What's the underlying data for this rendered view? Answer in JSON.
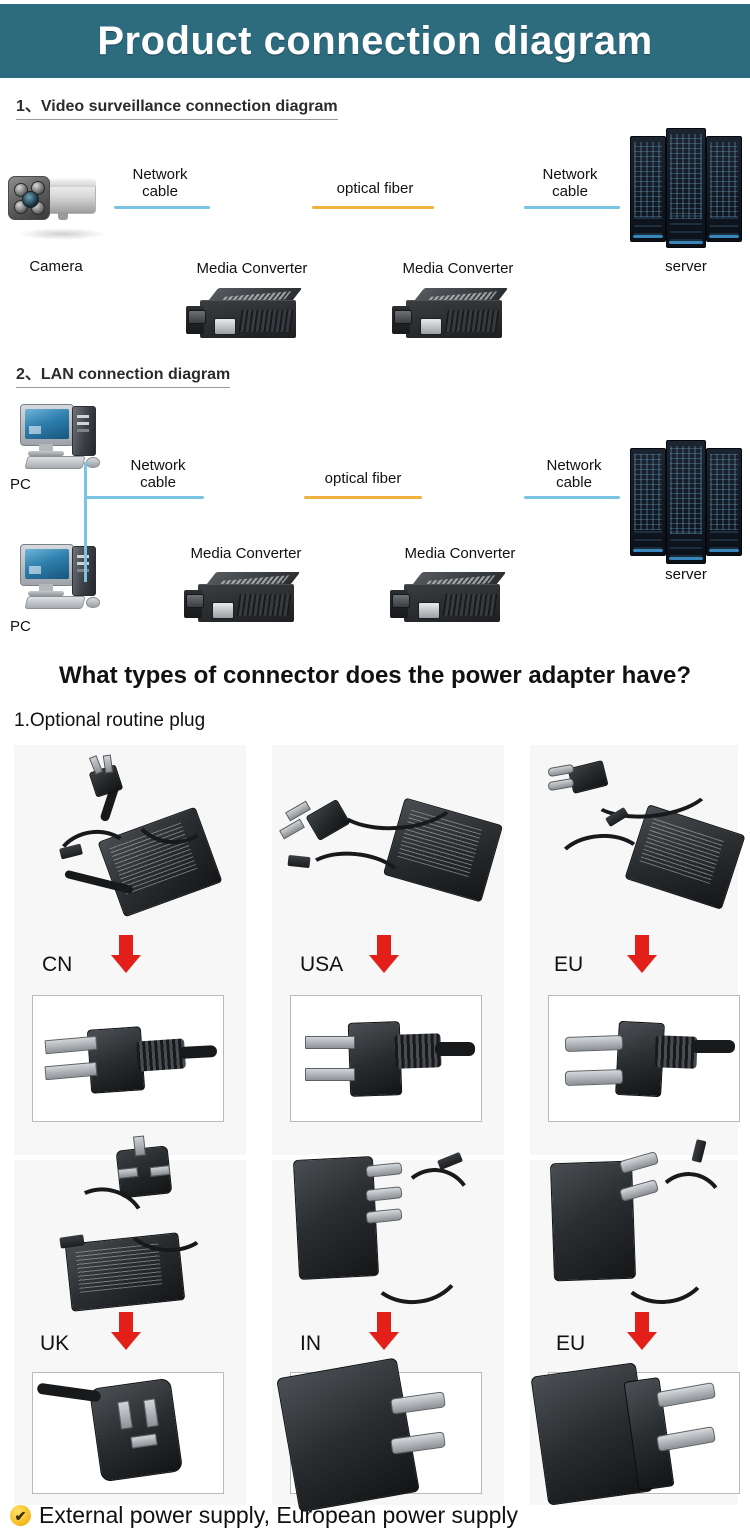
{
  "header": {
    "title": "Product connection diagram",
    "bg_color": "#2d6b7f",
    "text_color": "#ffffff"
  },
  "sections": [
    {
      "number": "1、",
      "title": "Video surveillance connection diagram"
    },
    {
      "number": "2、",
      "title": "LAN connection diagram"
    }
  ],
  "colors": {
    "network_cable_line": "#79c3e3",
    "optical_fiber_line": "#efb23f",
    "arrow_red": "#e31f19",
    "check_badge": "#f4b91e",
    "panel_gray": "#f7f7f7"
  },
  "diagram1": {
    "nodes": [
      {
        "name": "camera",
        "label": "Camera"
      },
      {
        "name": "media-converter-left",
        "label": "Media Converter"
      },
      {
        "name": "media-converter-right",
        "label": "Media Converter"
      },
      {
        "name": "server",
        "label": "server"
      }
    ],
    "links": [
      {
        "name": "network-cable-left",
        "label_line1": "Network",
        "label_line2": "cable",
        "type": "network"
      },
      {
        "name": "optical-fiber",
        "label_line1": "optical fiber",
        "label_line2": "",
        "type": "fiber"
      },
      {
        "name": "network-cable-right",
        "label_line1": "Network",
        "label_line2": "cable",
        "type": "network"
      }
    ]
  },
  "diagram2": {
    "nodes": [
      {
        "name": "pc-top",
        "label": "PC"
      },
      {
        "name": "pc-bottom",
        "label": "PC"
      },
      {
        "name": "media-converter-left",
        "label": "Media Converter"
      },
      {
        "name": "media-converter-right",
        "label": "Media Converter"
      },
      {
        "name": "server",
        "label": "server"
      }
    ],
    "links": [
      {
        "name": "network-cable-left",
        "label_line1": "Network",
        "label_line2": "cable",
        "type": "network"
      },
      {
        "name": "optical-fiber",
        "label_line1": "optical fiber",
        "label_line2": "",
        "type": "fiber"
      },
      {
        "name": "network-cable-right",
        "label_line1": "Network",
        "label_line2": "cable",
        "type": "network"
      }
    ]
  },
  "connector_section": {
    "heading": "What types of connector does the power adapter have?",
    "subheading": "1.Optional routine plug",
    "plugs": [
      {
        "region": "CN",
        "adapter": "desktop-adapter-cn",
        "closeup": "cn-flat-2pin-plug"
      },
      {
        "region": "USA",
        "adapter": "desktop-adapter-usa",
        "closeup": "usa-flat-2pin-plug"
      },
      {
        "region": "EU",
        "adapter": "desktop-adapter-eu",
        "closeup": "eu-round-2pin-plug"
      },
      {
        "region": "UK",
        "adapter": "desktop-adapter-uk",
        "closeup": "uk-3pin-plug"
      },
      {
        "region": "IN",
        "adapter": "wall-adapter-in",
        "closeup": "in-3pin-plug"
      },
      {
        "region": "EU",
        "adapter": "wall-adapter-eu",
        "closeup": "eu-wall-2pin-plug"
      }
    ]
  },
  "footer": {
    "icon": "check-circle-icon",
    "check_glyph": "✔",
    "text": "External power supply, European power supply"
  }
}
